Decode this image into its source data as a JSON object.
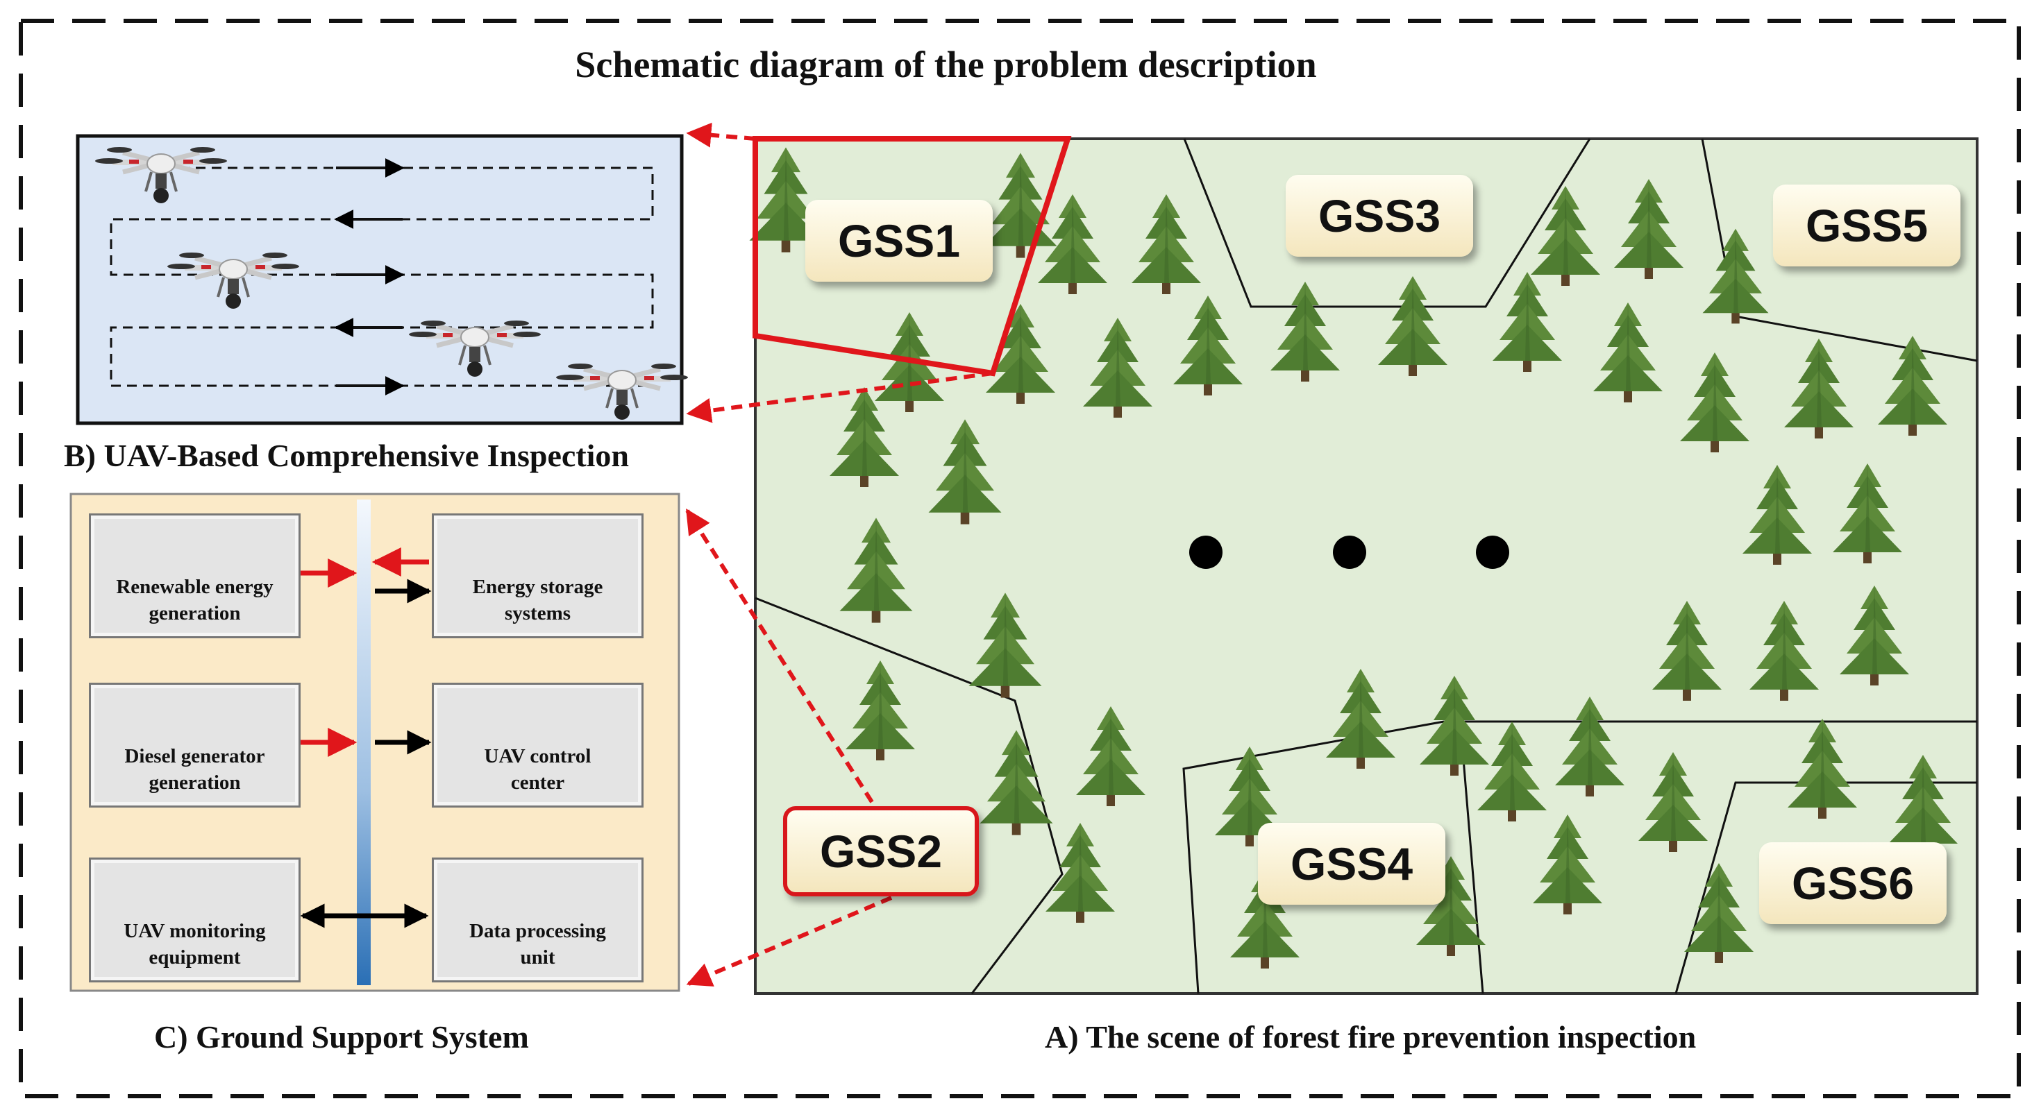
{
  "title": "Schematic diagram of the problem description",
  "panel_a": {
    "caption": "A) The scene of forest fire prevention inspection",
    "stations": [
      {
        "label": "GSS1",
        "highlighted": false
      },
      {
        "label": "GSS2",
        "highlighted": true
      },
      {
        "label": "GSS3",
        "highlighted": false
      },
      {
        "label": "GSS4",
        "highlighted": false
      },
      {
        "label": "GSS5",
        "highlighted": false
      },
      {
        "label": "GSS6",
        "highlighted": false
      }
    ],
    "forest_color": "#e1edd7",
    "tree_color": "#5d8a3a",
    "highlight_color": "#e0161b"
  },
  "panel_b": {
    "caption": "B) UAV-Based Comprehensive Inspection",
    "background": "#dbe6f5"
  },
  "panel_c": {
    "caption": "C) Ground Support System",
    "background": "#fbeac8",
    "boxes": {
      "renewable": {
        "line1": "Renewable energy",
        "line2": "generation",
        "icon": "solar-panel-icon"
      },
      "storage": {
        "line1": "Energy storage",
        "line2": "systems",
        "icon": "charging-station-icon"
      },
      "diesel": {
        "line1": "Diesel generator",
        "line2": "generation",
        "icon": "generator-icon"
      },
      "control": {
        "line1": "UAV control",
        "line2": "center",
        "icon": "control-building-icon"
      },
      "monitoring": {
        "line1": "UAV monitoring",
        "line2": "equipment",
        "icon": "monitoring-equipment-icon"
      },
      "processing": {
        "line1": "Data processing",
        "line2": "unit",
        "icon": "antenna-tower-icon"
      }
    }
  }
}
